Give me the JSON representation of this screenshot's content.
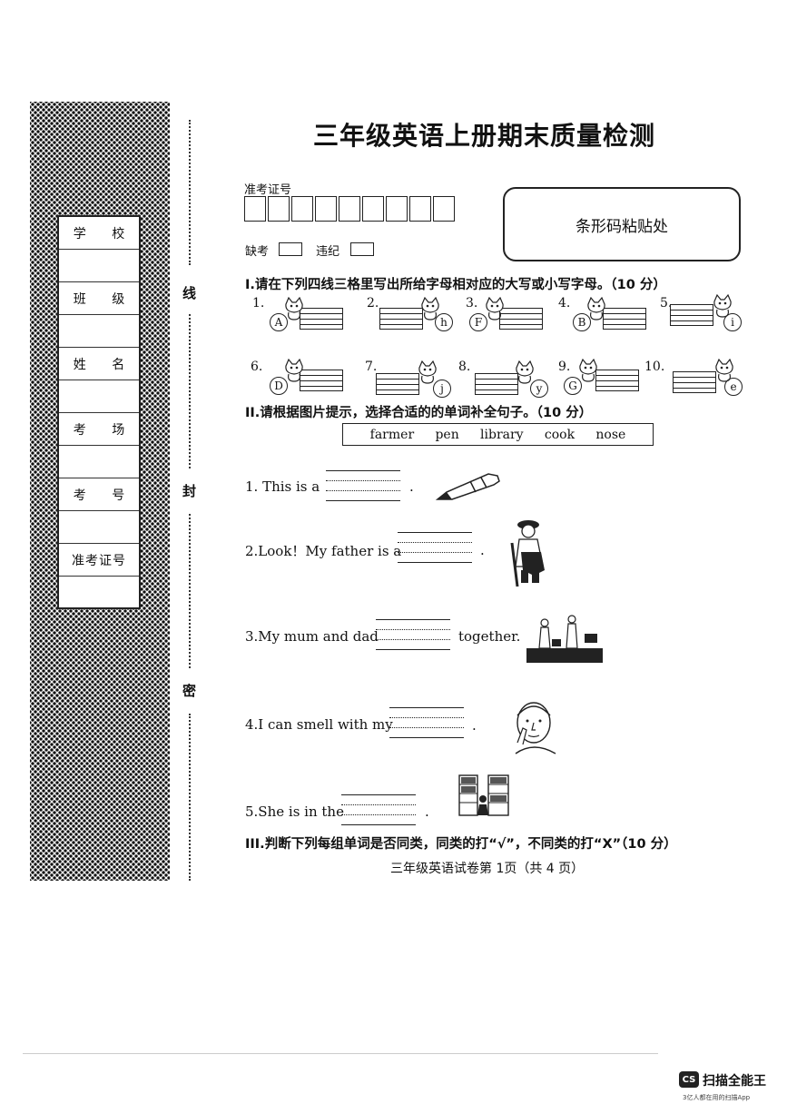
{
  "exam": {
    "title": "三年级英语上册期末质量检测",
    "exam_no_label": "准考证号",
    "absent_label": "缺考",
    "violation_label": "违纪",
    "barcode_label": "条形码粘贴处",
    "footer": "三年级英语试卷第 1页（共 4 页）"
  },
  "sidebar": {
    "rows": [
      "学 校",
      "班 级",
      "姓 名",
      "考 场",
      "考 号",
      "准考证号"
    ],
    "side_chars": [
      "线",
      "封",
      "密"
    ]
  },
  "section1": {
    "heading": "I.请在下列四线三格里写出所给字母相对应的大写或小写字母。（10 分）",
    "items": [
      {
        "num": "1.",
        "letter": "A"
      },
      {
        "num": "2.",
        "letter": "h"
      },
      {
        "num": "3.",
        "letter": "F"
      },
      {
        "num": "4.",
        "letter": "B"
      },
      {
        "num": "5.",
        "letter": "i"
      },
      {
        "num": "6.",
        "letter": "D"
      },
      {
        "num": "7.",
        "letter": "j"
      },
      {
        "num": "8.",
        "letter": "y"
      },
      {
        "num": "9.",
        "letter": "G"
      },
      {
        "num": "10.",
        "letter": "e"
      }
    ]
  },
  "section2": {
    "heading": "II.请根据图片提示，选择合适的的单词补全句子。（10 分）",
    "word_bank": [
      "farmer",
      "pen",
      "library",
      "cook",
      "nose"
    ],
    "questions": [
      {
        "before": "1.  This is a",
        "after": "."
      },
      {
        "before": "2.Look！My father is a",
        "after": "."
      },
      {
        "before": "3.My mum and dad",
        "after": "together."
      },
      {
        "before": "4.I can smell with my",
        "after": "."
      },
      {
        "before": "5.She is in the",
        "after": "."
      }
    ]
  },
  "section3": {
    "heading": "III.判断下列每组单词是否同类，同类的打“√”，不同类的打“X”（10 分）"
  },
  "scanner": {
    "logo": "CS",
    "name": "扫描全能王",
    "sub": "3亿人都在用的扫描App"
  }
}
